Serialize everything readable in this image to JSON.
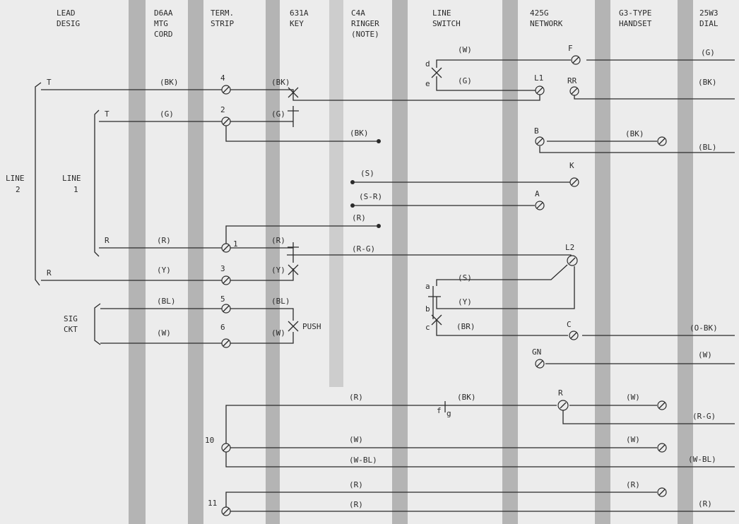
{
  "headers": [
    {
      "id": "lead",
      "l1": "LEAD",
      "l2": "DESIG",
      "l3": ""
    },
    {
      "id": "d6aa",
      "l1": "D6AA",
      "l2": "MTG",
      "l3": "CORD"
    },
    {
      "id": "term",
      "l1": "TERM.",
      "l2": "STRIP",
      "l3": ""
    },
    {
      "id": "key",
      "l1": "631A",
      "l2": "KEY",
      "l3": ""
    },
    {
      "id": "ringer",
      "l1": "C4A",
      "l2": "RINGER",
      "l3": "(NOTE)"
    },
    {
      "id": "switch",
      "l1": "LINE",
      "l2": "SWITCH",
      "l3": ""
    },
    {
      "id": "network",
      "l1": "425G",
      "l2": "NETWORK",
      "l3": ""
    },
    {
      "id": "handset",
      "l1": "G3-TYPE",
      "l2": "HANDSET",
      "l3": ""
    },
    {
      "id": "dial",
      "l1": "25W3",
      "l2": "DIAL",
      "l3": ""
    }
  ],
  "groups": {
    "line2": [
      "LINE",
      "2"
    ],
    "line1": [
      "LINE",
      "1"
    ],
    "sig": [
      "SIG",
      "CKT"
    ]
  },
  "leads": [
    "T",
    "T",
    "R",
    "R"
  ],
  "terminals": [
    "4",
    "2",
    "1",
    "3",
    "5",
    "6",
    "10",
    "11"
  ],
  "key_push": "PUSH",
  "switch_contacts": [
    "d",
    "e",
    "a",
    "b",
    "c",
    "f",
    "g"
  ],
  "network_terms": [
    "F",
    "L1",
    "RR",
    "B",
    "K",
    "A",
    "L2",
    "C",
    "GN",
    "R"
  ],
  "wires": [
    "(BK)",
    "(G)",
    "(BK)",
    "(G)",
    "(BK)",
    "(S)",
    "(S-R)",
    "(R)",
    "(R)",
    "(R)",
    "(R-G)",
    "(Y)",
    "(Y)",
    "(BL)",
    "(BL)",
    "(W)",
    "(W)",
    "(R)",
    "(BK)",
    "(W)",
    "(W-BL)",
    "(R)",
    "(R)",
    "(W)",
    "(G)",
    "(S)",
    "(Y)",
    "(BR)",
    "(BK)",
    "(W)",
    "(W)",
    "(R)",
    "(G)",
    "(BK)",
    "(BL)",
    "(O-BK)",
    "(W)",
    "(R-G)",
    "(W-BL)",
    "(R)"
  ]
}
